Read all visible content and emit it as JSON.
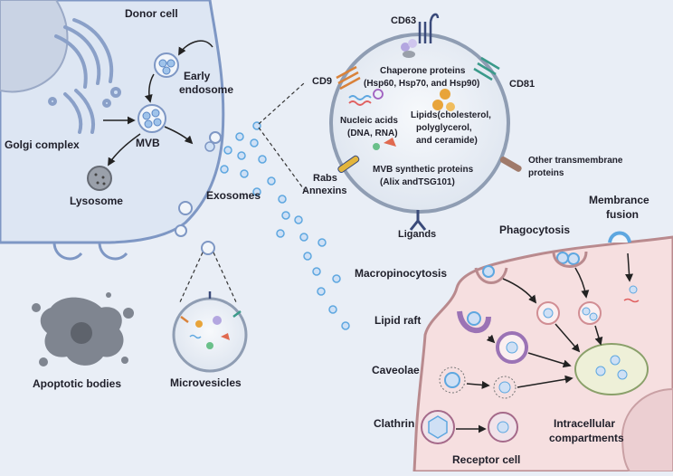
{
  "labels": {
    "donor_cell": "Donor cell",
    "early_endosome_1": "Early",
    "early_endosome_2": "endosome",
    "mvb": "MVB",
    "golgi": "Golgi complex",
    "lysosome": "Lysosome",
    "exosomes": "Exosomes",
    "cd63": "CD63",
    "cd9": "CD9",
    "cd81": "CD81",
    "chaperone_1": "Chaperone proteins",
    "chaperone_2": "(Hsp60, Hsp70, and Hsp90)",
    "nucleic_1": "Nucleic acids",
    "nucleic_2": "(DNA, RNA)",
    "lipids_1": "Lipids(cholesterol,",
    "lipids_2": "polyglycerol,",
    "lipids_3": "and ceramide)",
    "mvb_proteins_1": "MVB synthetic proteins",
    "mvb_proteins_2": "(Alix andTSG101)",
    "rabs": "Rabs",
    "annexins": "Annexins",
    "other_tm_1": "Other transmembrane",
    "other_tm_2": "proteins",
    "ligands": "Ligands",
    "phagocytosis": "Phagocytosis",
    "membrane_fusion_1": "Membrance",
    "membrane_fusion_2": "fusion",
    "macropinocytosis": "Macropinocytosis",
    "lipid_raft": "Lipid raft",
    "caveolae": "Caveolae",
    "clathrin": "Clathrin",
    "intracellular_1": "Intracellular",
    "intracellular_2": "compartments",
    "receptor_cell": "Receptor cell",
    "apoptotic_bodies": "Apoptotic bodies",
    "microvesicles": "Microvesicles"
  },
  "colors": {
    "background": "#e9eef6",
    "donor_cytoplasm": "#dde6f3",
    "receptor_cytoplasm": "#f6dfe0",
    "membrane_outline": "#7e97c4",
    "receptor_outline": "#b98a8e",
    "vesicle_fill": "#cfe0f5",
    "vesicle_dot": "#5ea7e0",
    "exosome_fill": "#eef2f7",
    "apoptotic": "#7f8590"
  }
}
